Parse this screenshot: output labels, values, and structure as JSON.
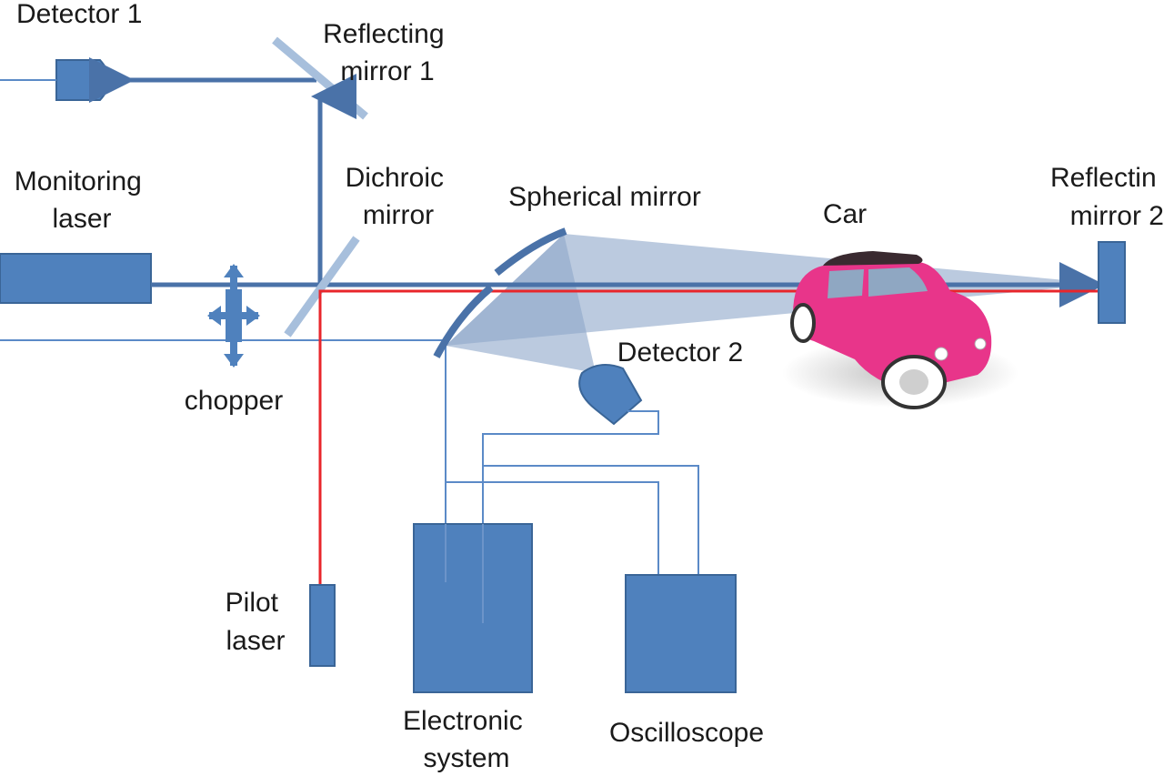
{
  "labels": {
    "detector1": "Detector 1",
    "reflecting_mirror1_line1": "Reflecting",
    "reflecting_mirror1_line2": "mirror 1",
    "monitoring_laser_line1": "Monitoring",
    "monitoring_laser_line2": "laser",
    "dichroic_line1": "Dichroic",
    "dichroic_line2": "mirror",
    "spherical_mirror": "Spherical mirror",
    "car": "Car",
    "reflecting_mirror2_line1": "Reflectin",
    "reflecting_mirror2_line2": "mirror 2",
    "chopper": "chopper",
    "detector2": "Detector 2",
    "pilot_laser_line1": "Pilot",
    "pilot_laser_line2": "laser",
    "electronic_system_line1": "Electronic",
    "electronic_system_line2": "system",
    "oscilloscope": "Oscilloscope"
  },
  "colors": {
    "component_fill": "#4f81bd",
    "beam": "#4a72a8",
    "pilot_beam": "#e8262b",
    "wire": "#5b8ac7",
    "car_body": "#e8358a"
  }
}
